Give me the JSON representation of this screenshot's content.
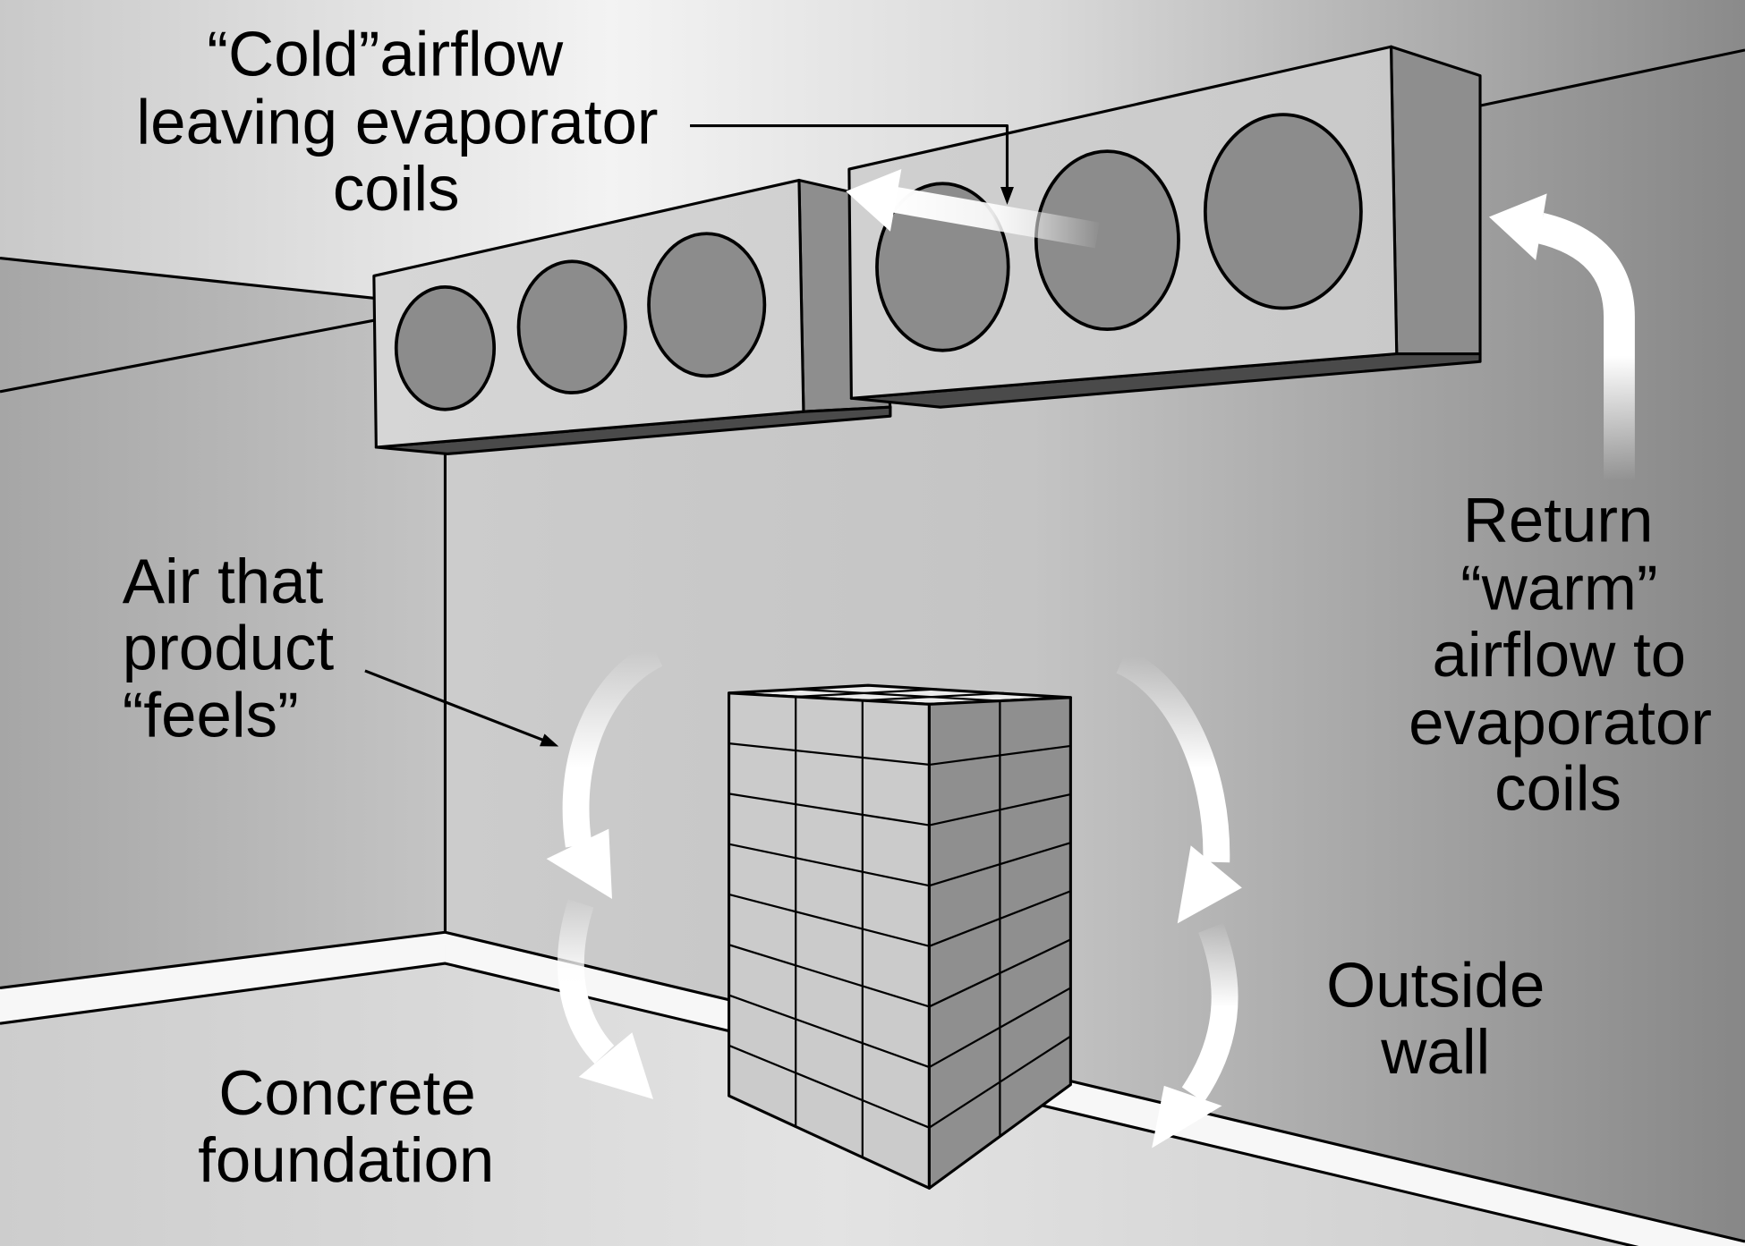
{
  "figure": {
    "cold_airflow_label": [
      "“Cold”airflow",
      "leaving evaporator",
      "coils"
    ],
    "return_airflow_label": [
      "Return",
      "“warm”",
      "airflow to",
      "evaporator",
      "coils"
    ],
    "product_air_label": [
      "Air that",
      "product",
      "“feels”"
    ],
    "outside_wall_label": [
      "Outside",
      "wall"
    ],
    "foundation_label": [
      "Concrete",
      "foundation"
    ]
  },
  "colors": {
    "text": "#000000",
    "airflow_arrows": "#ffffff",
    "fan_circles": "#8c8c8c"
  }
}
